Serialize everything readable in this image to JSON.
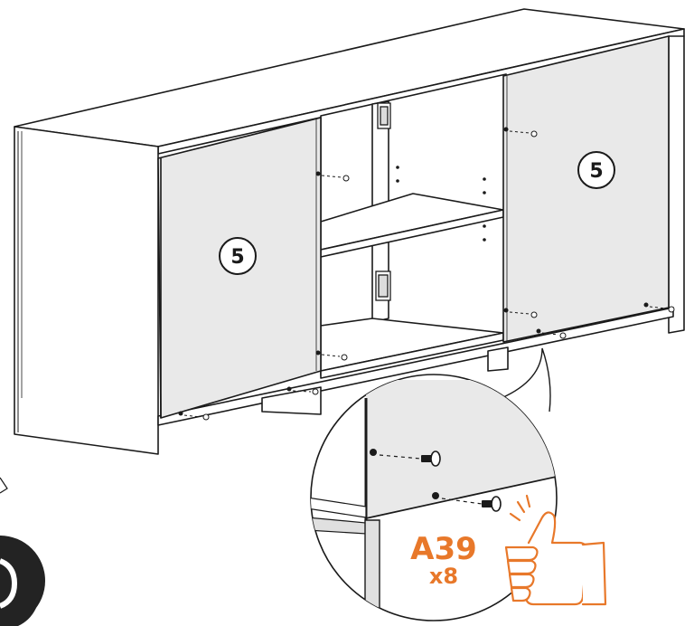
{
  "diagram": {
    "panel_left_number": "5",
    "panel_right_number": "5",
    "part_code": "A39",
    "quantity": "x8",
    "colors": {
      "line": "#1a1a1a",
      "panel_fill": "#e9e9e9",
      "white": "#ffffff",
      "accent": "#e8782a",
      "badge": "#232323"
    },
    "icons": [
      "thumbs-up-icon",
      "screw-icon",
      "magnifier-callout"
    ]
  }
}
